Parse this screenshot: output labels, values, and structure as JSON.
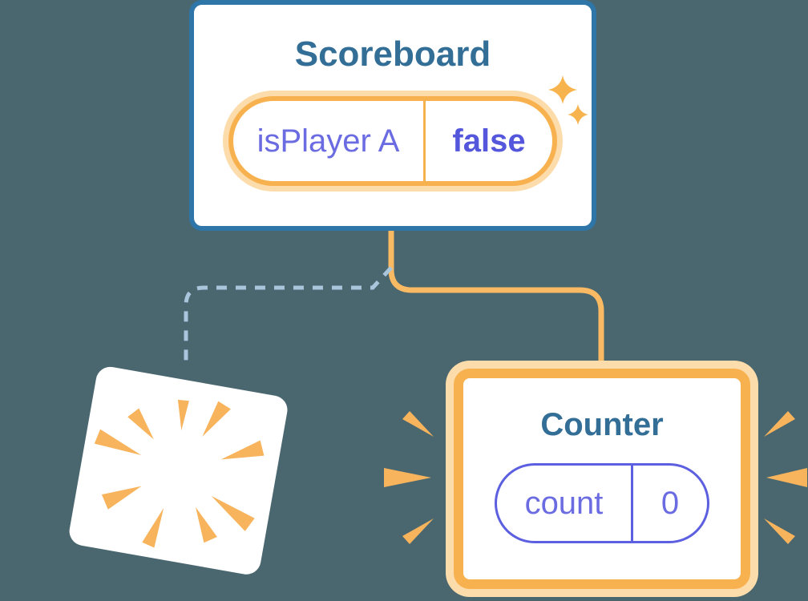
{
  "scoreboard": {
    "title": "Scoreboard",
    "state": {
      "key": "isPlayer A",
      "value": "false"
    }
  },
  "counter": {
    "title": "Counter",
    "state": {
      "key": "count",
      "value": "0"
    }
  },
  "icons": {
    "sparkles": "sparkle-icon",
    "poof": "poof-burst-icon",
    "emphasis": "burst-lines-icon"
  },
  "colors": {
    "background": "#4a666f",
    "card_border_blue": "#2e75a8",
    "title_blue": "#336e96",
    "state_purple": "#6b6be2",
    "state_purple_bold": "#5457dc",
    "pill_purple_border": "#5b5fe0",
    "orange": "#f8b14f",
    "orange_halo": "#fcdcab",
    "connector_orange": "#fab963",
    "dash_blue": "#a9c6dc",
    "burst_orange": "#f8b45c",
    "sparkle_orange": "#f7b44e",
    "white": "#ffffff"
  }
}
